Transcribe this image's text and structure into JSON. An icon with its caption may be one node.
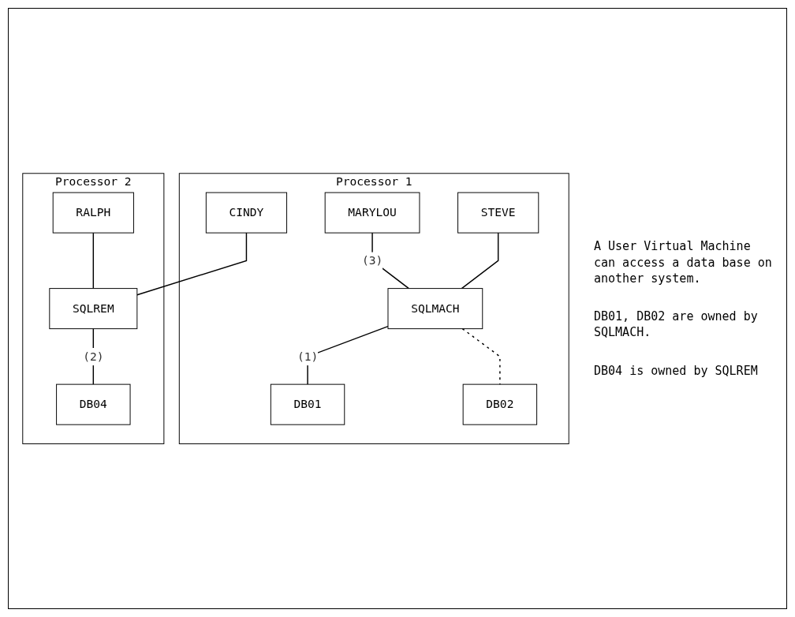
{
  "diagram": {
    "nodes": [
      {
        "text": [
          "Processor 1"
        ]
      },
      {
        "text": [
          "MARYLOU"
        ],
        "in": 0
      },
      {
        "text": [
          "STEVE"
        ],
        "in": 0
      },
      {
        "text": [
          "CINDY"
        ],
        "in": 0
      },
      {
        "text": [
          "SQLMACH"
        ],
        "in": 0
      },
      {
        "text": [
          "DB01"
        ],
        "in": 0
      },
      {
        "text": [
          "DB02"
        ],
        "in": 0
      },
      {
        "text": [
          "Processor 2"
        ]
      },
      {
        "text": [
          "RALPH"
        ],
        "in": 7
      },
      {
        "text": [
          "SQLREM"
        ],
        "in": 7
      },
      {
        "text": [
          "DB04"
        ],
        "in": 7
      }
    ],
    "edges": [
      {
        "from": 1,
        "to": 4,
        "arrow": "none",
        "label": "(3)"
      },
      {
        "from": 2,
        "to": 4,
        "arrow": "none"
      },
      {
        "from": 3,
        "to": 9,
        "arrow": "none"
      },
      {
        "from": 8,
        "to": 9,
        "arrow": "none"
      },
      {
        "from": 4,
        "to": 5,
        "arrow": "none",
        "label": "(1)"
      },
      {
        "from": 4,
        "to": 6,
        "arrow": "none",
        "style": "dashed"
      },
      {
        "from": 9,
        "to": 10,
        "arrow": "none",
        "label": "(2)"
      }
    ],
    "labels": [
      "A User Virtual Machine can access a data base on another system.",
      "DB01, DB02 are owned by SQLMACH.",
      "DB04 is owned by SQLREM"
    ]
  }
}
